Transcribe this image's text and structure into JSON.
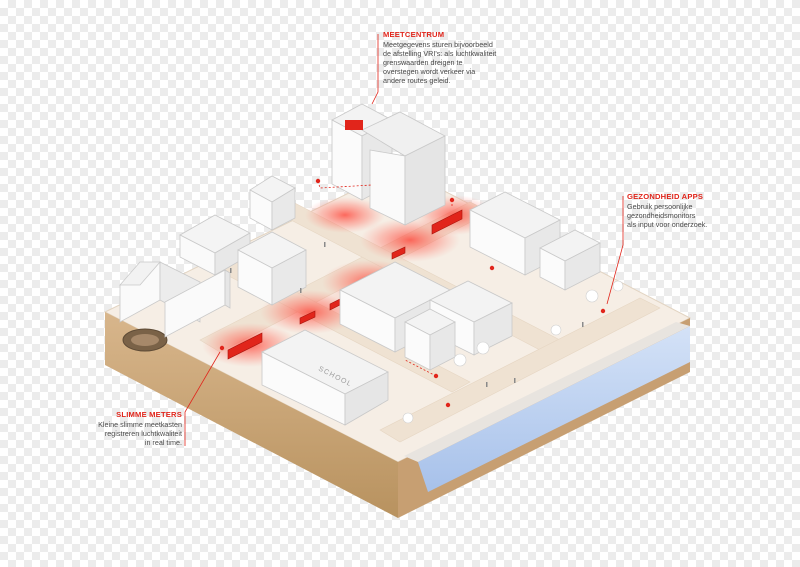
{
  "callouts": {
    "meetcentrum": {
      "title": "MEETCENTRUM",
      "lines": [
        "Meetgegevens sturen bijvoorbeeld",
        "de afstelling VRI's: als luchtkwaliteit",
        "grenswaarden dreigen te",
        "overstegen wordt verkeer via",
        "andere routes geleid."
      ]
    },
    "gezondheid_apps": {
      "title": "GEZONDHEID APPS",
      "lines": [
        "Gebruik persoonlijke",
        "gezondheidsmonitors",
        "als input voor onderzoek."
      ]
    },
    "slimme_meters": {
      "title": "SLIMME METERS",
      "lines": [
        "Kleine slimme meetkasten",
        "registreren luchtkwaliteit",
        "in real time."
      ]
    }
  },
  "buildings": {
    "school_sign": "SCHOOL"
  },
  "colors": {
    "accent": "#e1251b",
    "ground_top": "#f6eee5",
    "soil": "#c9a67c",
    "water": "#bcd1f3",
    "building": "#f5f5f5"
  }
}
